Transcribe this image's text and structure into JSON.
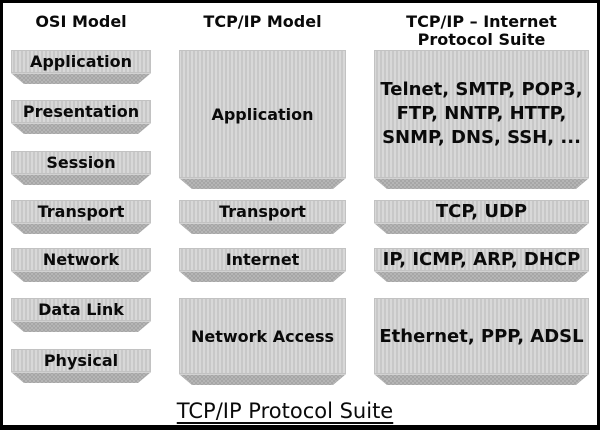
{
  "title": "TCP/IP Protocol Suite",
  "columns": {
    "osi": {
      "header": "OSI Model",
      "layers": [
        "Application",
        "Presentation",
        "Session",
        "Transport",
        "Network",
        "Data Link",
        "Physical"
      ]
    },
    "tcpip": {
      "header": "TCP/IP Model",
      "layers": [
        "Application",
        "Transport",
        "Internet",
        "Network Access"
      ]
    },
    "suite": {
      "header_line1": "TCP/IP – Internet",
      "header_line2": "Protocol Suite",
      "application_protocols": [
        "Telnet, SMTP, POP3,",
        "FTP, NNTP, HTTP,",
        "SNMP, DNS, SSH, ..."
      ],
      "transport_protocols": "TCP, UDP",
      "internet_protocols": "IP, ICMP, ARP, DHCP",
      "network_access_protocols": "Ethernet, PPP, ADSL"
    }
  },
  "colors": {
    "box_body": "#cdcdcd",
    "box_bevel": "#a6a6a6",
    "border": "#000000",
    "text": "#0a0a0a"
  }
}
